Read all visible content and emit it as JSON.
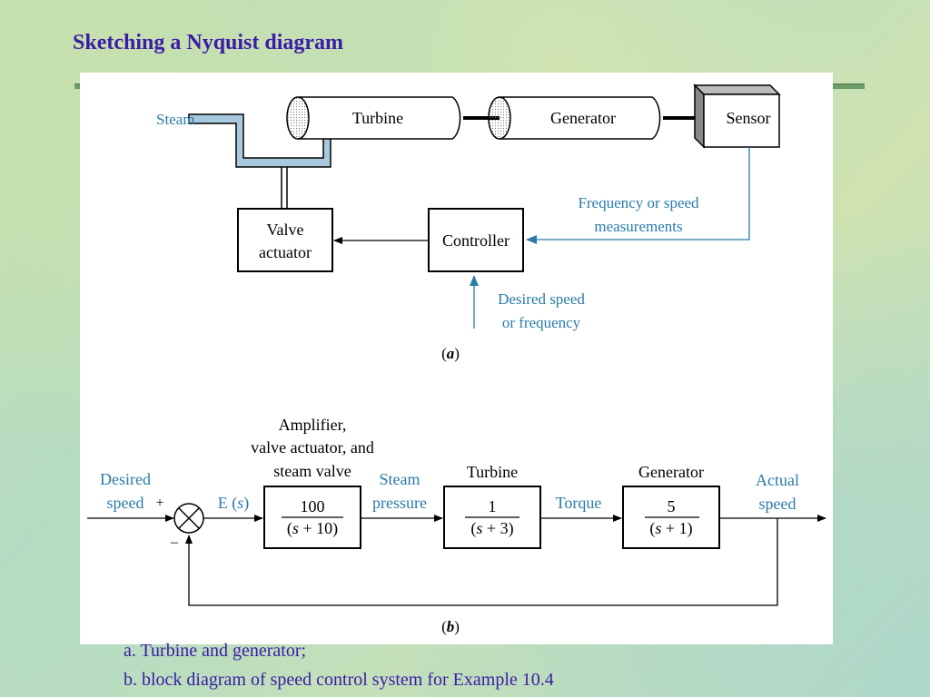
{
  "slide": {
    "title": "Sketching a Nyquist diagram"
  },
  "diagram_a": {
    "steam_label": "Steam",
    "turbine_label": "Turbine",
    "generator_label": "Generator",
    "sensor_label": "Sensor",
    "valve_actuator_line1": "Valve",
    "valve_actuator_line2": "actuator",
    "controller_label": "Controller",
    "measurement_line1": "Frequency or speed",
    "measurement_line2": "measurements",
    "desired_line1": "Desired speed",
    "desired_line2": "or frequency",
    "panel_label": "a"
  },
  "diagram_b": {
    "input_line1": "Desired",
    "input_line2": "speed",
    "plus_sign": "+",
    "minus_sign": "–",
    "error_label_prefix": "E (",
    "error_label_var": "s",
    "error_label_suffix": ")",
    "amp_title_line1": "Amplifier,",
    "amp_title_line2": "valve actuator, and",
    "amp_title_line3": "steam valve",
    "amp_numerator": "100",
    "amp_denominator_open": "(",
    "amp_denominator_var": "s",
    "amp_denominator_rest": " + 10)",
    "steam_pressure_line1": "Steam",
    "steam_pressure_line2": "pressure",
    "turbine_title": "Turbine",
    "turbine_numerator": "1",
    "turbine_denominator_open": "(",
    "turbine_denominator_var": "s",
    "turbine_denominator_rest": " + 3)",
    "torque_label": "Torque",
    "generator_title": "Generator",
    "generator_numerator": "5",
    "generator_denominator_open": "(",
    "generator_denominator_var": "s",
    "generator_denominator_rest": " + 1)",
    "output_line1": "Actual",
    "output_line2": "speed",
    "panel_label": "b"
  },
  "captions": {
    "line1": "a. Turbine and generator;",
    "line2": "b. block diagram of speed control system for Example 10.4"
  },
  "colors": {
    "title": "#3b1ca8",
    "diagram_blue": "#2a7ba8",
    "pipe_fill": "#a9c9de"
  }
}
